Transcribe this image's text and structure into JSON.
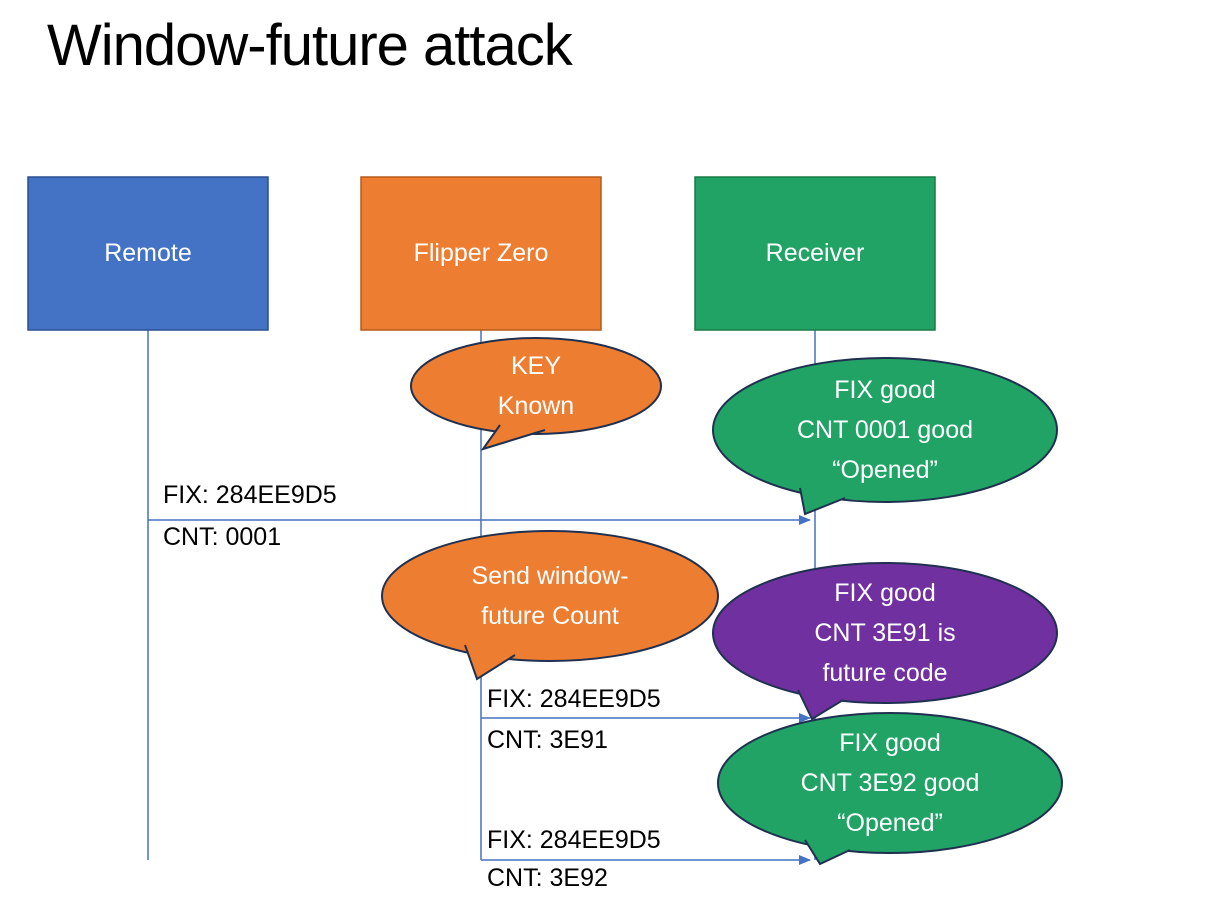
{
  "title": "Window-future attack",
  "colors": {
    "blue": "#4472C4",
    "orange": "#ED7D31",
    "green": "#21A366",
    "purple": "#7030A0",
    "connector": "#4472C4"
  },
  "actors": [
    {
      "label": "Remote",
      "color": "#4472C4"
    },
    {
      "label": "Flipper Zero",
      "color": "#ED7D31"
    },
    {
      "label": "Receiver",
      "color": "#21A366"
    }
  ],
  "bubbles": [
    {
      "name": "key-known",
      "color": "#ED7D31",
      "lines": [
        "KEY",
        "Known"
      ]
    },
    {
      "name": "cnt-0001-good",
      "color": "#21A366",
      "lines": [
        "FIX good",
        "CNT 0001 good",
        "“Opened”"
      ]
    },
    {
      "name": "send-window-future",
      "color": "#ED7D31",
      "lines": [
        "Send window-",
        "future Count"
      ]
    },
    {
      "name": "cnt-3e91-future",
      "color": "#7030A0",
      "lines": [
        "FIX good",
        "CNT 3E91 is",
        "future code"
      ]
    },
    {
      "name": "cnt-3e92-good",
      "color": "#21A366",
      "lines": [
        "FIX good",
        "CNT 3E92 good",
        "“Opened”"
      ]
    }
  ],
  "messages": [
    {
      "fix": "FIX: 284EE9D5",
      "cnt": "CNT: 0001"
    },
    {
      "fix": "FIX: 284EE9D5",
      "cnt": "CNT: 3E91"
    },
    {
      "fix": "FIX: 284EE9D5",
      "cnt": "CNT: 3E92"
    }
  ]
}
